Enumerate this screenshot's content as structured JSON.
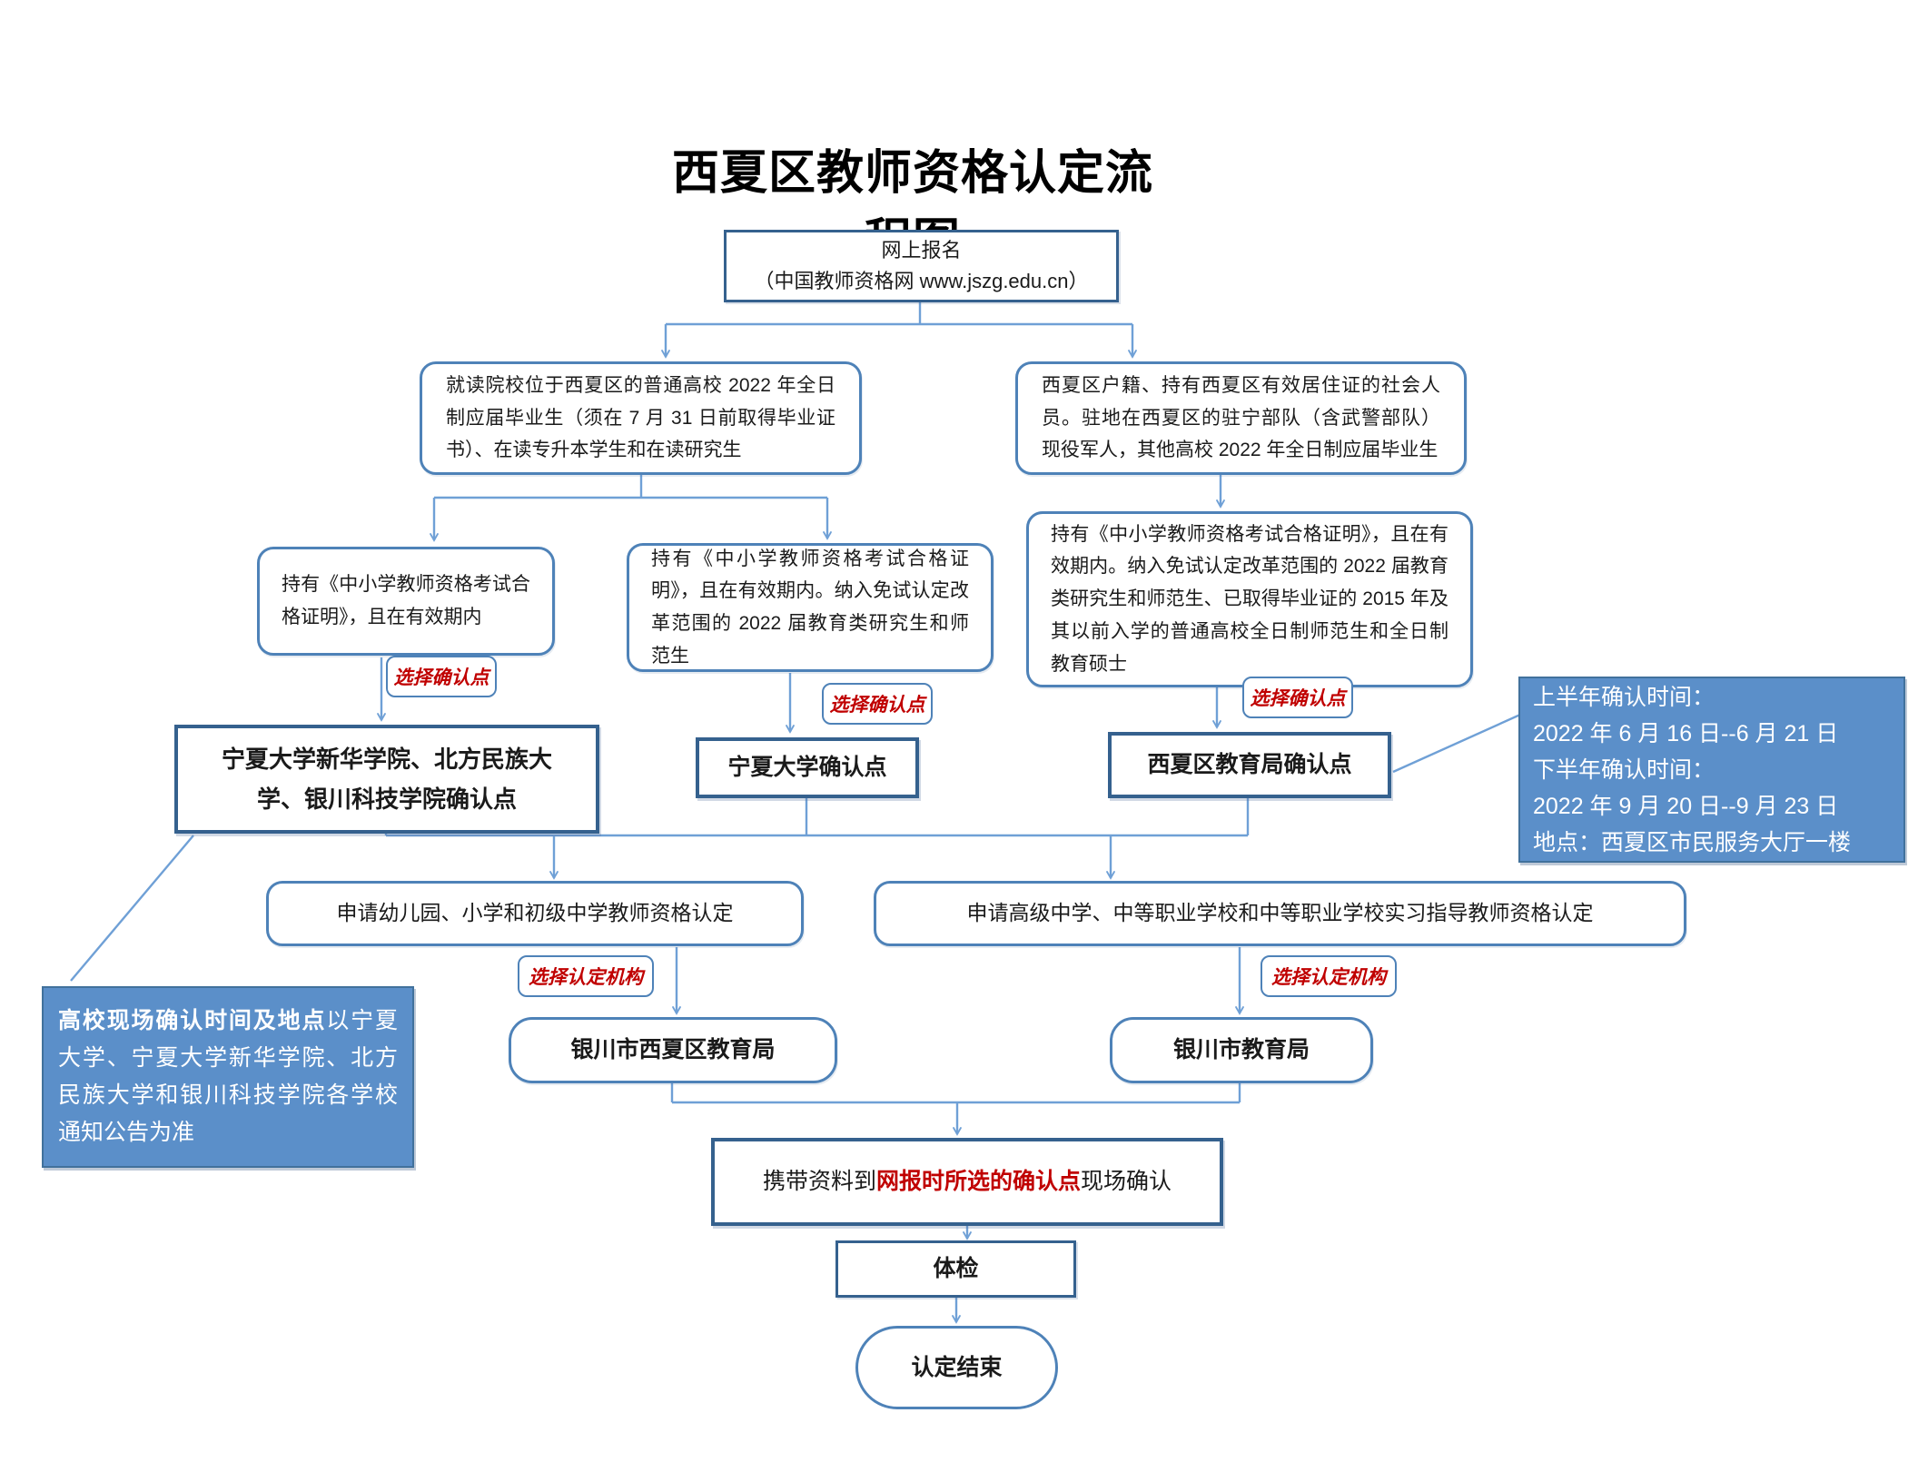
{
  "title": "西夏区教师资格认定流程图",
  "nodes": {
    "online_signup": {
      "line1": "网上报名",
      "line2": "（中国教师资格网 www.jszg.edu.cn）"
    },
    "group_local_students": {
      "label": "就读院校位于西夏区的普通高校 2022 年全日制应届毕业生（须在 7 月 31 日前取得毕业证书）、在读专升本学生和在读研究生"
    },
    "group_social": {
      "label": "西夏区户籍、持有西夏区有效居住证的社会人员。驻地在西夏区的驻宁部队（含武警部队）现役军人，其他高校 2022 年全日制应届毕业生"
    },
    "cert_valid": {
      "label": "持有《中小学教师资格考试合格证明》，且在有效期内"
    },
    "cert_exempt": {
      "label": "持有《中小学教师资格考试合格证明》，且在有效期内。纳入免试认定改革范围的 2022 届教育类研究生和师范生"
    },
    "cert_exempt_full": {
      "label": "持有《中小学教师资格考试合格证明》，且在有效期内。纳入免试认定改革范围的 2022 届教育类研究生和师范生、已取得毕业证的 2015 年及其以前入学的普通高校全日制师范生和全日制教育硕士"
    },
    "confirm_universities": {
      "label": "宁夏大学新华学院、北方民族大学、银川科技学院确认点"
    },
    "confirm_nxu": {
      "label": "宁夏大学确认点"
    },
    "confirm_edu_bureau": {
      "label": "西夏区教育局确认点"
    },
    "apply_primary": {
      "label": "申请幼儿园、小学和初级中学教师资格认定"
    },
    "apply_secondary": {
      "label": "申请高级中学、中等职业学校和中等职业学校实习指导教师资格认定"
    },
    "bureau_xixia": {
      "label": "银川市西夏区教育局"
    },
    "bureau_yinchuan": {
      "label": "银川市教育局"
    },
    "onsite_confirm": {
      "prefix": "携带资料到",
      "highlight": "网报时所选的确认点",
      "suffix": "现场确认"
    },
    "physical_exam": {
      "label": "体检"
    },
    "end": {
      "label": "认定结束"
    }
  },
  "labels": {
    "choose_confirm_point": "选择确认点",
    "choose_authority": "选择认定机构"
  },
  "notes": {
    "bureau_times": {
      "lines": [
        "上半年确认时间：",
        "2022 年 6 月 16 日--6 月 21 日",
        "下半年确认时间：",
        "2022 年 9 月 20 日--9 月 23 日",
        "地点：西夏区市民服务大厅一楼"
      ]
    },
    "university_note": {
      "lead": "高校现场确认时间及地点",
      "rest": "以宁夏大学、宁夏大学新华学院、北方民族大学和银川科技学院各学校通知公告为准"
    }
  },
  "colors": {
    "line_blue": "#6FA0D6",
    "border_dark": "#35618E",
    "border_round": "#4E82B8",
    "note_fill": "#5B8FC9",
    "red": "#C00000"
  }
}
